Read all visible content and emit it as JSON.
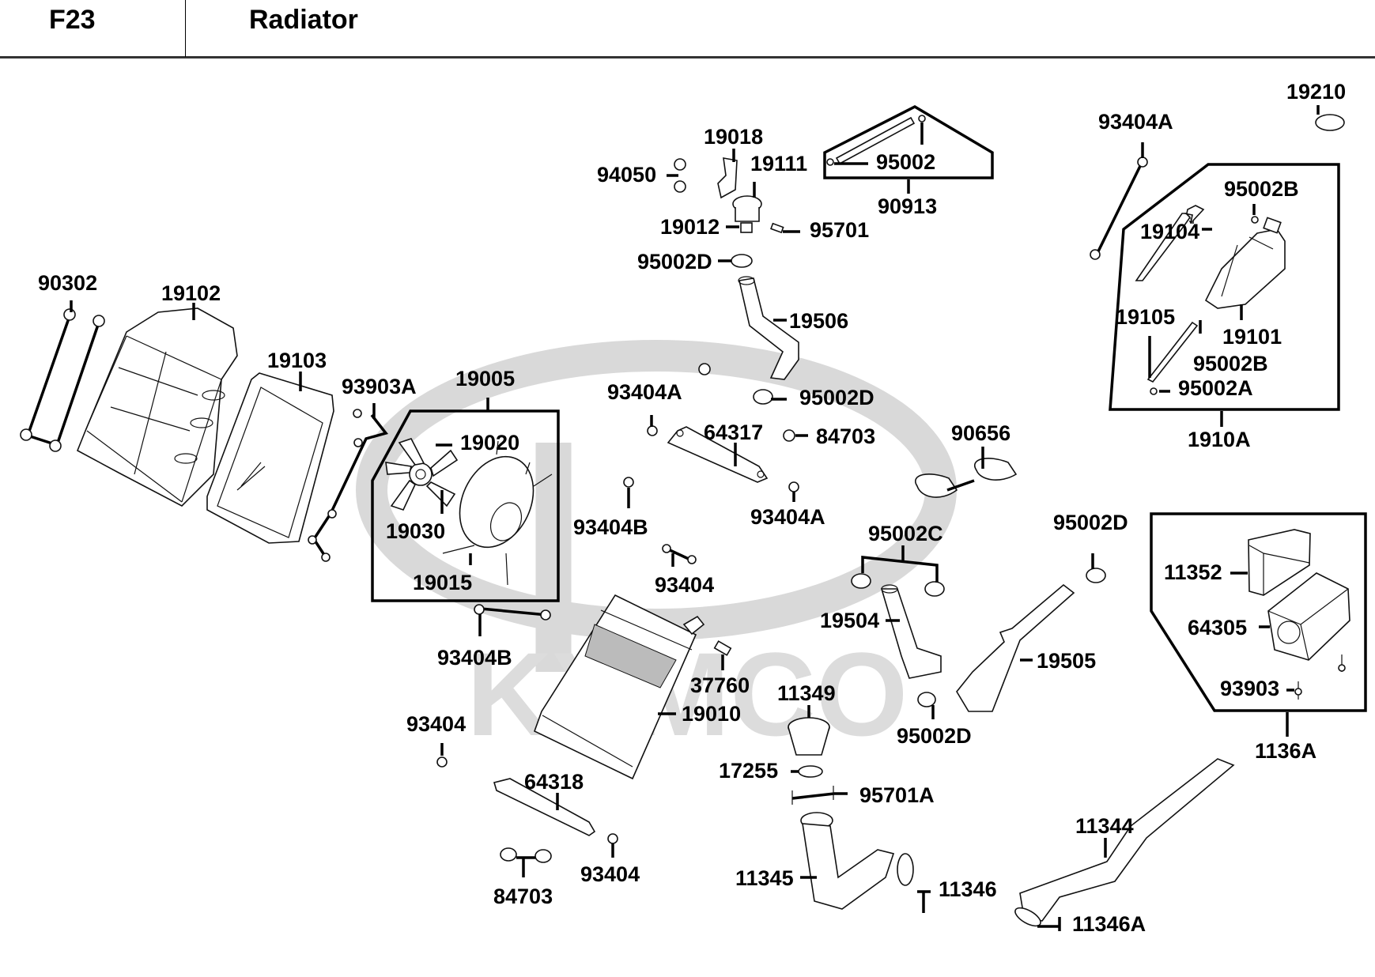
{
  "header": {
    "code": "F23",
    "title": "Radiator"
  },
  "watermark": {
    "brand": "KYMCO"
  },
  "callouts": {
    "p90302": "90302",
    "p19102": "19102",
    "p19103": "19103",
    "p93903A": "93903A",
    "p19005": "19005",
    "p19020": "19020",
    "p19030": "19030",
    "p19015": "19015",
    "p93404B_a": "93404B",
    "p93404B_b": "93404B",
    "p93404_a": "93404",
    "p93404_b": "93404",
    "p93404_c": "93404",
    "p64318": "64318",
    "p84703_a": "84703",
    "p84703_b": "84703",
    "p19010": "19010",
    "p37760": "37760",
    "p94050": "94050",
    "p19018": "19018",
    "p19111": "19111",
    "p19012": "19012",
    "p95701": "95701",
    "p95002D_a": "95002D",
    "p95002D_b": "95002D",
    "p95002D_c": "95002D",
    "p95002D_d": "95002D",
    "p95002": "95002",
    "p90913": "90913",
    "p19506": "19506",
    "p93404A_a": "93404A",
    "p93404A_b": "93404A",
    "p93404A_c": "93404A",
    "p64317": "64317",
    "p90656": "90656",
    "p95002C": "95002C",
    "p19504": "19504",
    "p19505": "19505",
    "p11349": "11349",
    "p17255": "17255",
    "p95701A": "95701A",
    "p11345": "11345",
    "p11346": "11346",
    "p11344": "11344",
    "p11346A": "11346A",
    "p19210": "19210",
    "p95002B_a": "95002B",
    "p95002B_b": "95002B",
    "p19104": "19104",
    "p19105": "19105",
    "p19101": "19101",
    "p95002A": "95002A",
    "p1910A": "1910A",
    "p11352": "11352",
    "p64305": "64305",
    "p93903": "93903",
    "p1136A": "1136A"
  }
}
